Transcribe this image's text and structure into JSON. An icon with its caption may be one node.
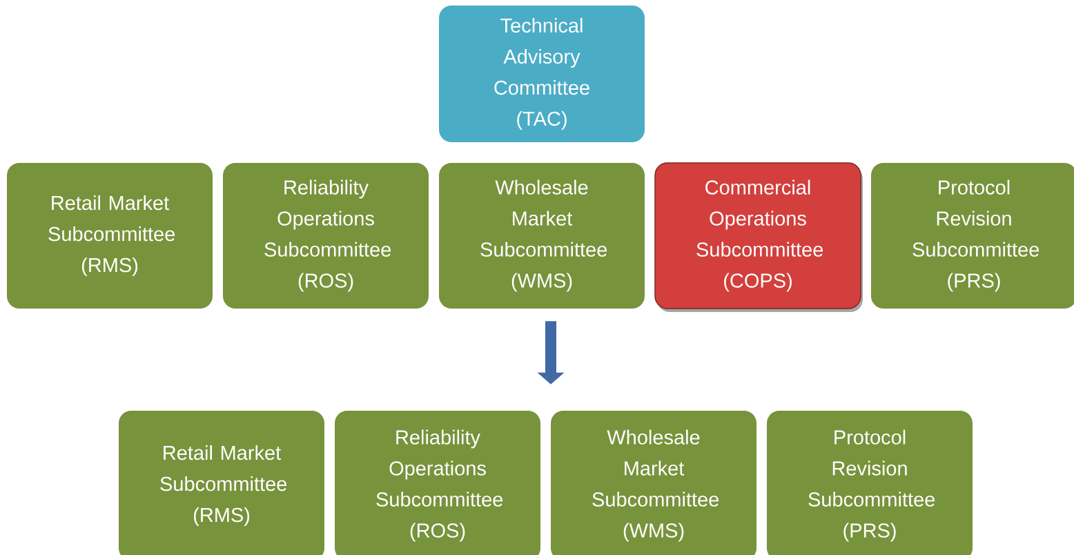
{
  "diagram": {
    "nodes": [
      {
        "text": [
          "Technical Advisory Committee (TAC)"
        ]
      },
      {
        "text": [
          "Retail Market Subcommittee (RMS)"
        ]
      },
      {
        "text": [
          "Reliability Operations Subcommittee (ROS)"
        ]
      },
      {
        "text": [
          "Wholesale Market Subcommittee (WMS)"
        ]
      },
      {
        "text": [
          "Commercial Operations Subcommittee (COPS)"
        ]
      },
      {
        "text": [
          "Protocol Revision Subcommittee (PRS)"
        ]
      },
      {
        "text": [
          "Retail Market Subcommittee (RMS)"
        ]
      },
      {
        "text": [
          "Reliability Operations Subcommittee (ROS)"
        ]
      },
      {
        "text": [
          "Wholesale Market Subcommittee (WMS)"
        ]
      },
      {
        "text": [
          "Protocol Revision Subcommittee (PRS)"
        ]
      }
    ],
    "edges": [
      {
        "from": 3,
        "to": 8,
        "arrow": "to"
      }
    ]
  }
}
